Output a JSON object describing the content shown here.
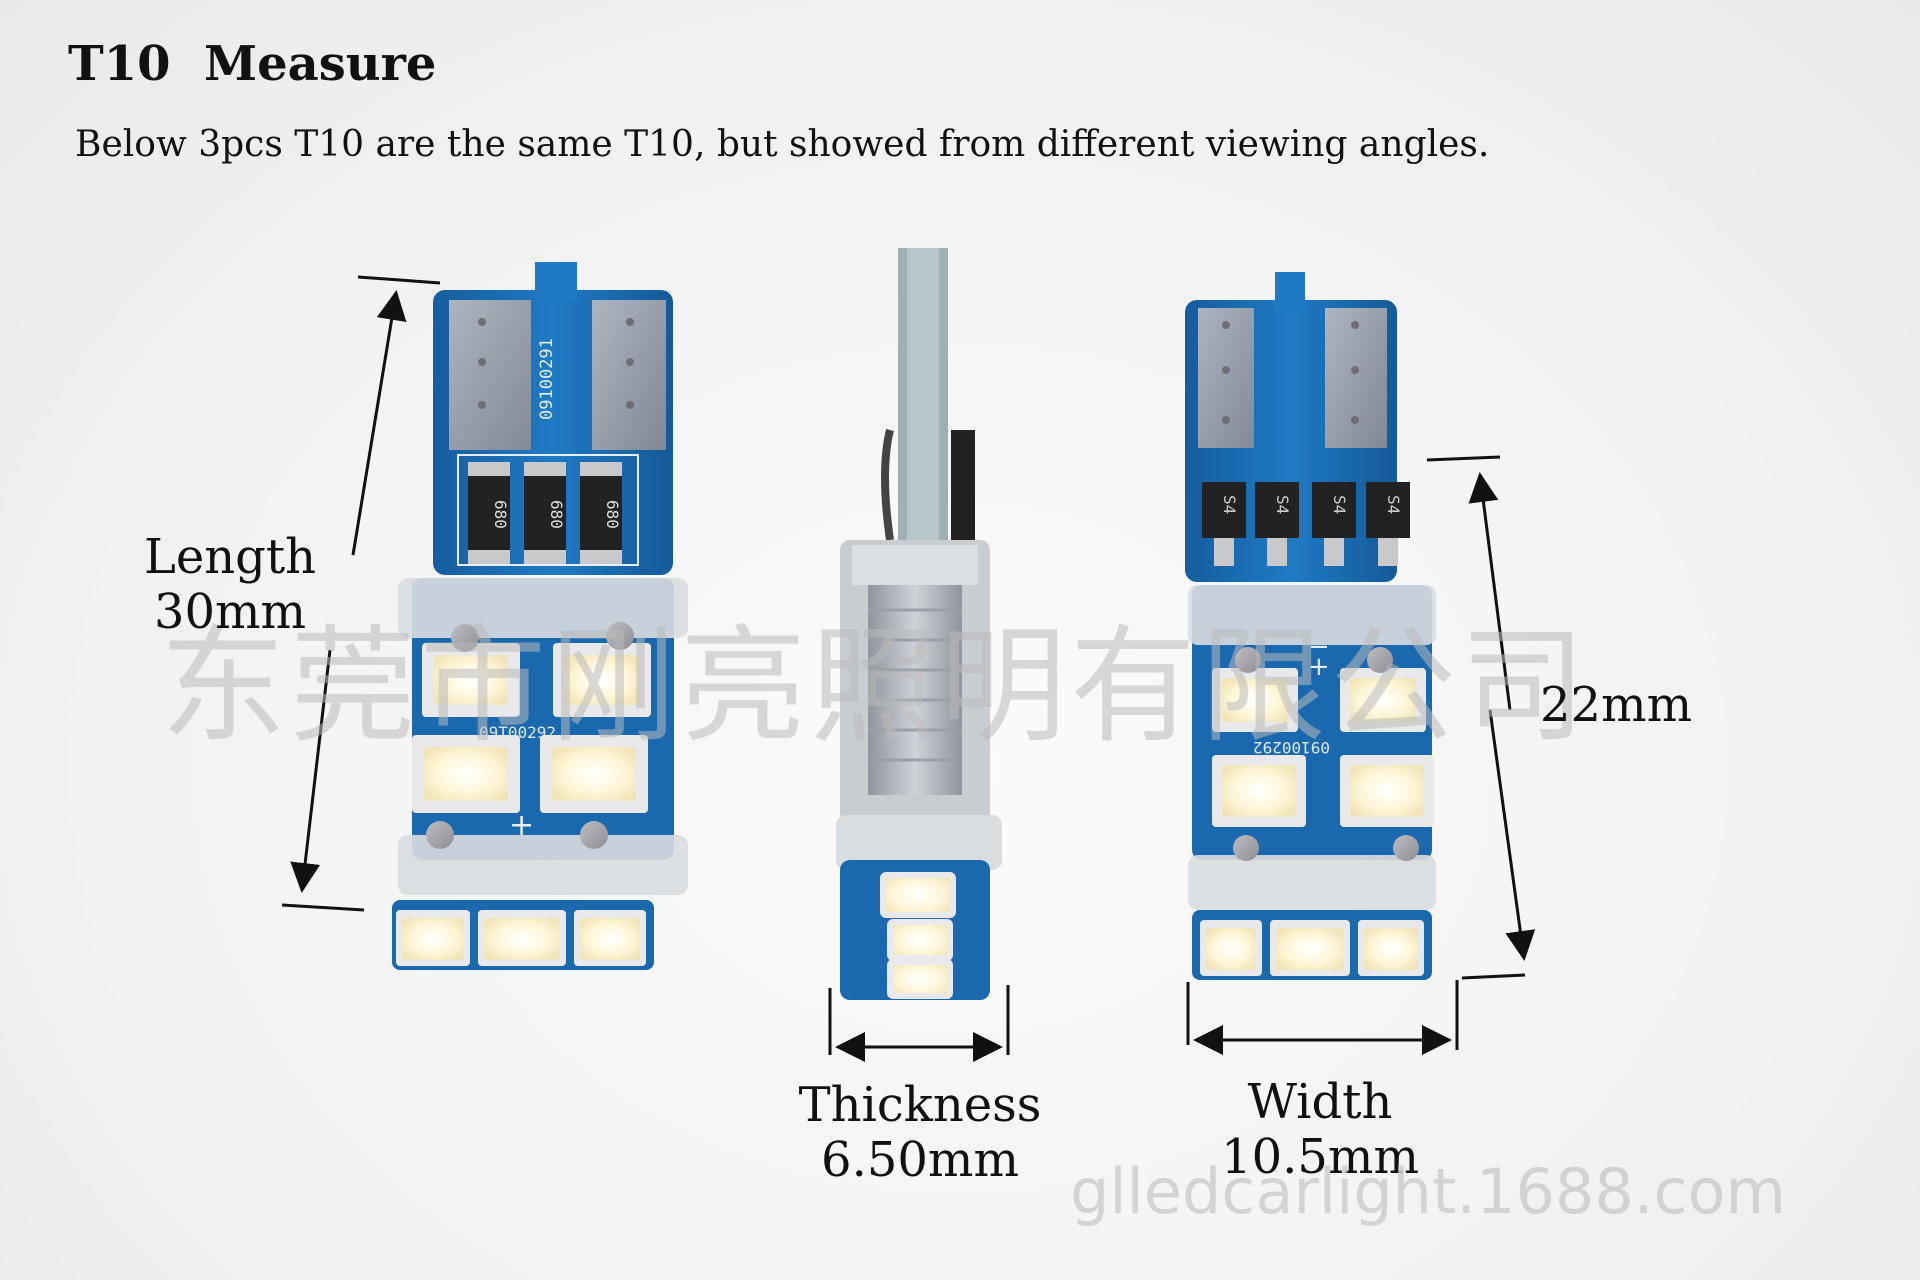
{
  "heading": {
    "title": "T10  Measure",
    "subtitle": "Below 3pcs T10 are the same T10, but showed from different viewing angles."
  },
  "dimensions": {
    "length": {
      "name": "Length",
      "value": "30mm"
    },
    "thickness": {
      "name": "Thickness",
      "value": "6.50mm"
    },
    "width": {
      "name": "Width",
      "value": "10.5mm"
    },
    "height": {
      "value": "22mm"
    }
  },
  "board_markings": {
    "left_top": "09100291",
    "left_led": "09T00292",
    "right_led": "09100292",
    "resistor": "680",
    "diode": "S4",
    "minus": "−",
    "plus": "+"
  },
  "watermarks": {
    "chinese": "东莞市刚亮照明有限公司",
    "site": "glledcarlight.1688.com"
  },
  "colors": {
    "pcb_blue": "#1b6fb8",
    "led_white": "#fff6d8",
    "silver_pad": "#a8a8ad"
  }
}
